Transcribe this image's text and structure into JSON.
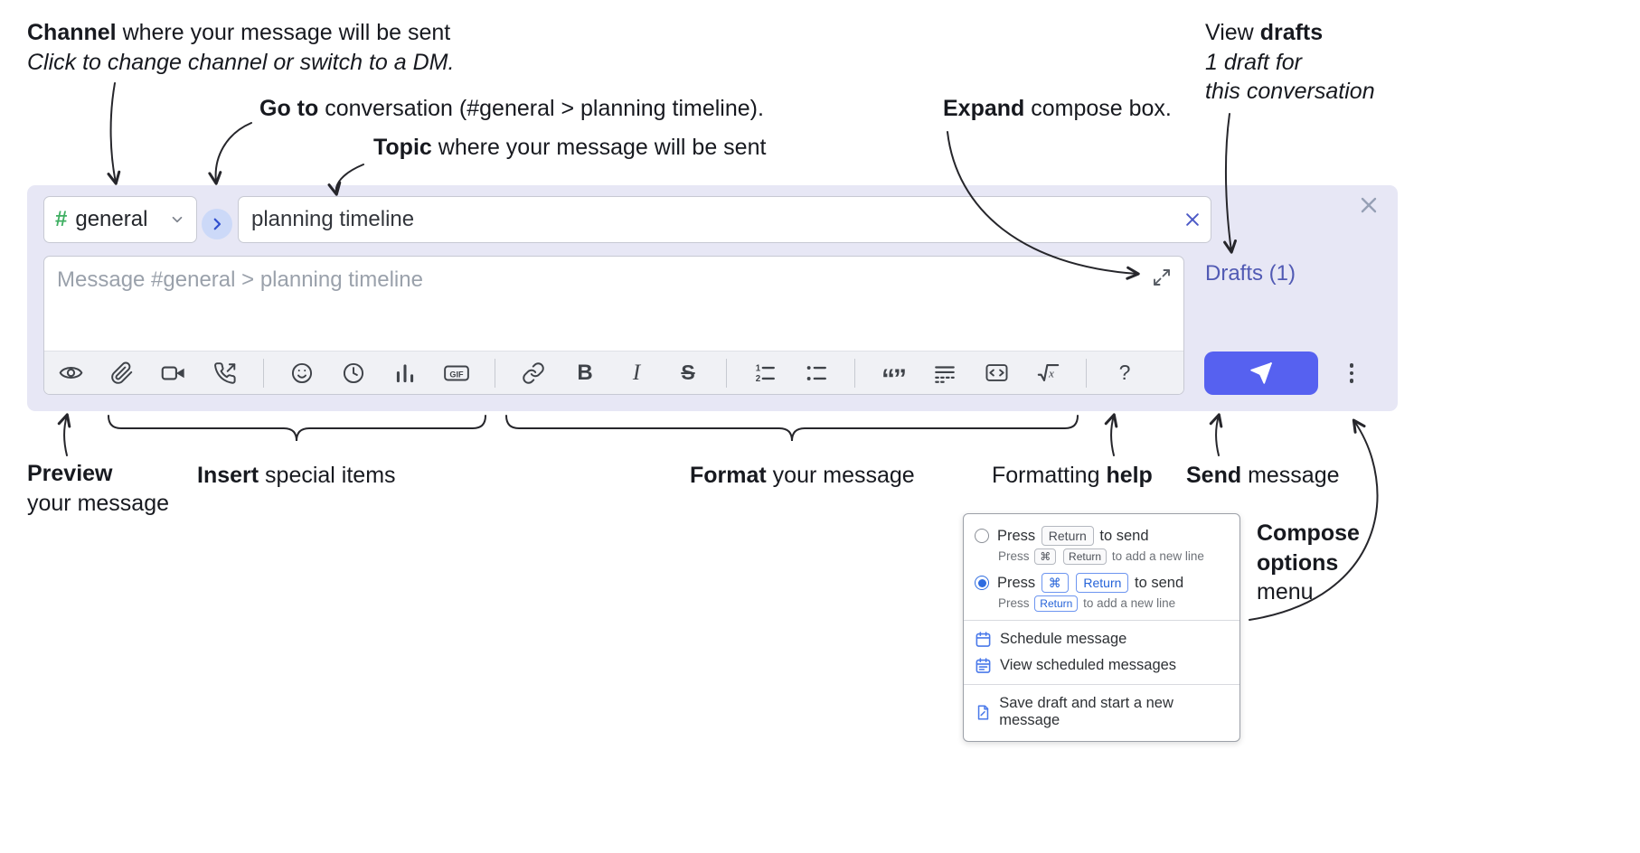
{
  "annotations": {
    "channel": {
      "bold": "Channel",
      "rest": " where your message will be sent",
      "sub": "Click to change channel or switch to a DM."
    },
    "goto": {
      "bold": "Go to",
      "rest": " conversation (#general > planning timeline)."
    },
    "topic": {
      "bold": "Topic",
      "rest": " where your message will be sent"
    },
    "expand": {
      "bold": "Expand",
      "rest": " compose box."
    },
    "drafts": {
      "pre": "View ",
      "bold": "drafts",
      "sub1": "1 draft for",
      "sub2": "this conversation"
    },
    "preview": {
      "bold": "Preview",
      "line2": "your message"
    },
    "insert": {
      "bold": "Insert",
      "rest": " special items"
    },
    "format": {
      "bold": "Format",
      "rest": " your message"
    },
    "help": {
      "pre": "Formatting ",
      "bold": "help"
    },
    "send": {
      "bold": "Send",
      "rest": " message"
    },
    "compose_options": {
      "bold1": "Compose",
      "bold2": "options",
      "line3": "menu"
    }
  },
  "compose": {
    "channel_hash": "#",
    "channel_name": "general",
    "topic_value": "planning timeline",
    "message_placeholder": "Message #general > planning timeline",
    "drafts_link": "Drafts (1)",
    "toolbar": {
      "bold_label": "B",
      "italic_label": "I",
      "strike_label": "S",
      "gif_label": "GIF",
      "quote_glyph": "“”",
      "math_x": "x",
      "ol_one": "1",
      "ol_two": "2",
      "help_label": "?"
    },
    "toolbar_icons": [
      "preview",
      "attach-file",
      "video-call",
      "audio-call",
      "emoji",
      "global-time",
      "poll",
      "gif",
      "link",
      "bold",
      "italic",
      "strikethrough",
      "numbered-list",
      "bulleted-list",
      "quote",
      "spoiler",
      "code",
      "math",
      "help"
    ]
  },
  "options_menu": {
    "enter_sends": {
      "pre": "Press",
      "key_return": "Return",
      "post": "to send",
      "sub_pre": "Press",
      "sub_key_cmd": "⌘",
      "sub_key_return": "Return",
      "sub_post": "to add a new line"
    },
    "cmd_enter_sends": {
      "pre": "Press",
      "key_cmd": "⌘",
      "key_return": "Return",
      "post": "to send",
      "sub_pre": "Press",
      "sub_key_return": "Return",
      "sub_post": "to add a new line"
    },
    "schedule_label": "Schedule message",
    "view_scheduled_label": "View scheduled messages",
    "save_draft_label": "Save draft and start a new message"
  },
  "colors": {
    "compose_bg": "#e7e7f5",
    "send_button": "#5661f0",
    "drafts_link": "#515ab4",
    "channel_hash_green": "#3faf62",
    "accent_blue": "#2e6ce0"
  }
}
